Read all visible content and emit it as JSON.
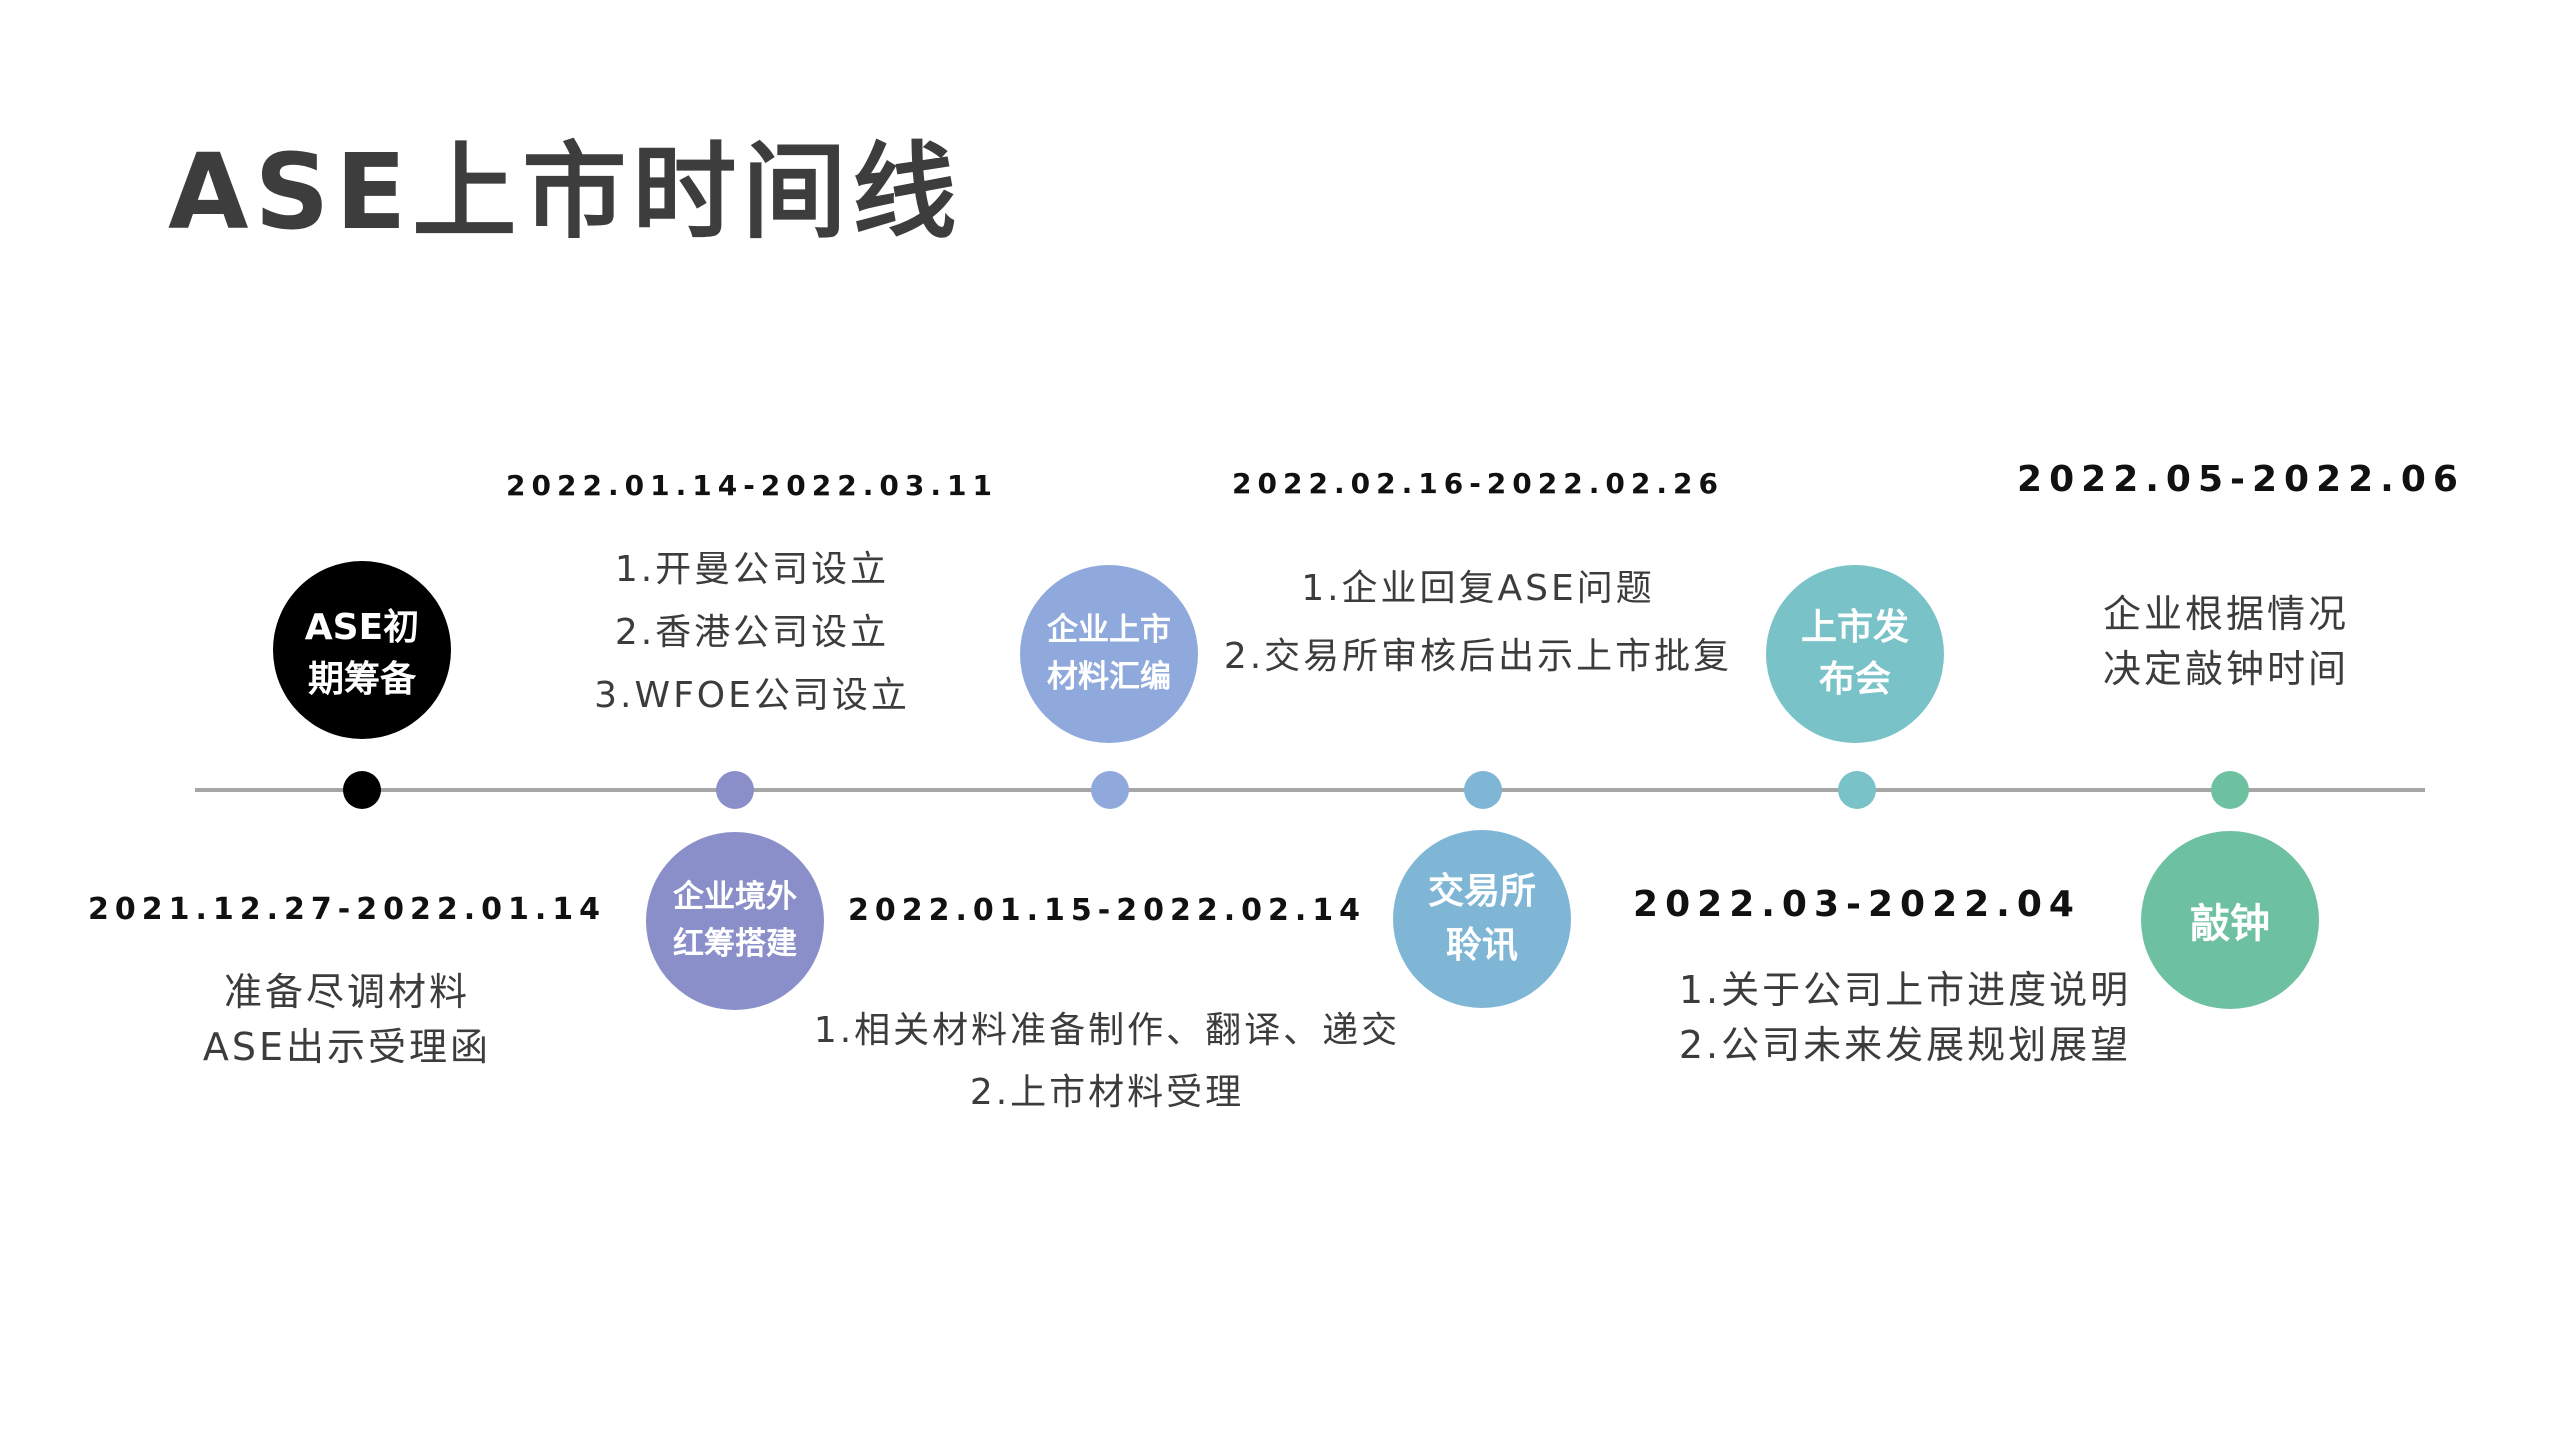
{
  "title": "ASE上市时间线",
  "colors": {
    "stage1": "#000000",
    "stage2": "#8a8fc9",
    "stage3": "#8fa9dc",
    "stage4": "#7fb6d6",
    "stage5": "#78c2c8",
    "stage6": "#6ec1a0",
    "axis": "#a6a6a6"
  },
  "stages": [
    {
      "label": "ASE初\n期筹备",
      "date": "2021.12.27-2022.01.14",
      "lines": [
        "准备尽调材料",
        "ASE出示受理函"
      ]
    },
    {
      "label": "企业境外\n红筹搭建",
      "date": "2022.01.14-2022.03.11",
      "lines": [
        "1.开曼公司设立",
        "2.香港公司设立",
        "3.WFOE公司设立"
      ]
    },
    {
      "label": "企业上市\n材料汇编",
      "date": "2022.01.15-2022.02.14",
      "lines": [
        "1.相关材料准备制作、翻译、递交",
        "2.上市材料受理"
      ]
    },
    {
      "label": "交易所\n聆讯",
      "date": "2022.02.16-2022.02.26",
      "lines": [
        "1.企业回复ASE问题",
        "2.交易所审核后出示上市批复"
      ]
    },
    {
      "label": "上市发\n布会",
      "date": "2022.03-2022.04",
      "lines": [
        "1.关于公司上市进度说明",
        "2.公司未来发展规划展望"
      ]
    },
    {
      "label": "敲钟",
      "date": "2022.05-2022.06",
      "lines": [
        "企业根据情况",
        "决定敲钟时间"
      ]
    }
  ]
}
